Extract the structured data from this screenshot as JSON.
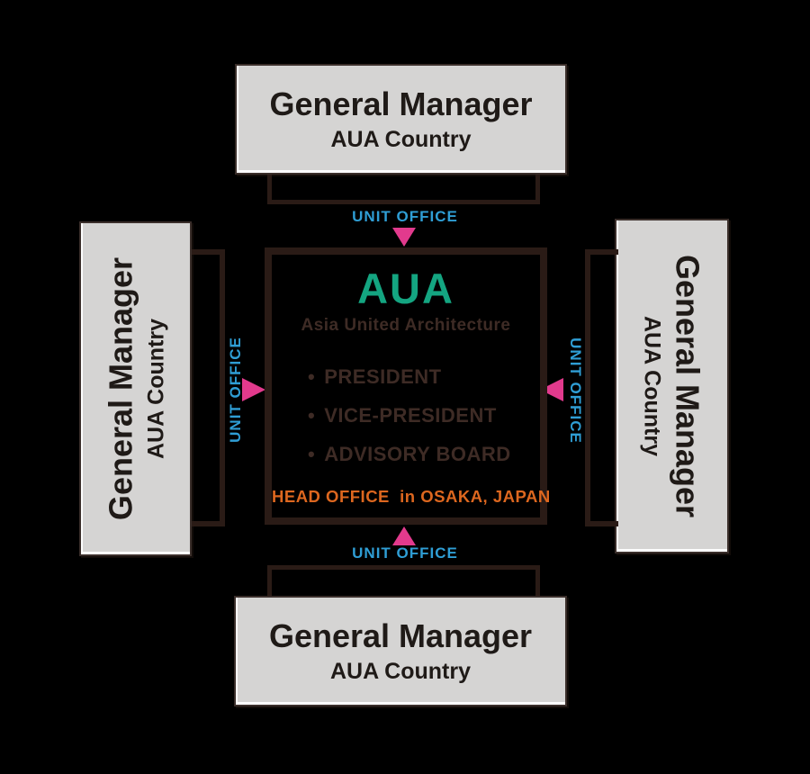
{
  "colors": {
    "background": "#000000",
    "box_fill": "#d5d4d3",
    "box_border": "#3a2e2a",
    "line": "#2a1b16",
    "blue": "#2f9ed5",
    "pink": "#e23a8d",
    "teal": "#14a581",
    "brown": "#3e2b25",
    "orange": "#dd671f",
    "box_text": "#1f1a17"
  },
  "manager_boxes": {
    "top": {
      "title": "General Manager",
      "subtitle": "AUA Country"
    },
    "left": {
      "title": "General Manager",
      "subtitle": "AUA Country"
    },
    "right": {
      "title": "General Manager",
      "subtitle": "AUA Country"
    },
    "bottom": {
      "title": "General Manager",
      "subtitle": "AUA Country"
    }
  },
  "unit_offices": {
    "top": "UNIT OFFICE",
    "left": "UNIT OFFICE",
    "right": "UNIT OFFICE",
    "bottom": "UNIT OFFICE"
  },
  "center": {
    "acronym": "AUA",
    "full_name": "Asia United Architecture",
    "bullet": "•",
    "roles": [
      "PRESIDENT",
      "VICE-PRESIDENT",
      "ADVISORY BOARD"
    ],
    "head_office": "HEAD OFFICE  in OSAKA, JAPAN"
  }
}
